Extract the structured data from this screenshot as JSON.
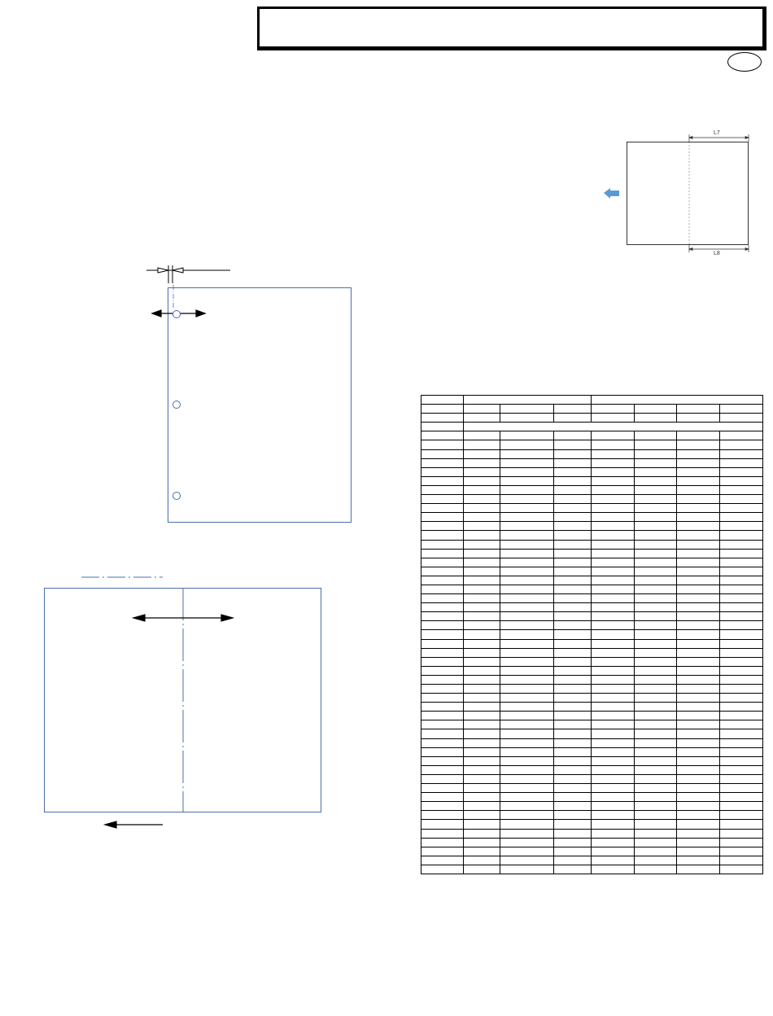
{
  "header": {
    "title": "",
    "page_number": ""
  },
  "diagram_c": {
    "top_dimension": "L7",
    "bottom_dimension": "L8",
    "arrow_color": "#5b9bd5"
  },
  "colors": {
    "outline_blue": "#4a6fa8",
    "ink": "#000000"
  },
  "spec_table": {
    "col_widths": [
      52,
      45,
      66,
      46,
      53,
      52,
      53,
      53
    ],
    "header_row_1": [
      {
        "text": "",
        "span": 1
      },
      {
        "text": "",
        "span": 3
      },
      {
        "text": "",
        "span": 4
      }
    ],
    "header_row_2": [
      "",
      "",
      "",
      "",
      "",
      "",
      "",
      ""
    ],
    "header_row_3": [
      "",
      "",
      "",
      "",
      "",
      "",
      "",
      ""
    ],
    "section_row": [
      {
        "text": "",
        "span": 1
      },
      {
        "text": "",
        "span": 7
      }
    ],
    "body_row_count": 49
  }
}
